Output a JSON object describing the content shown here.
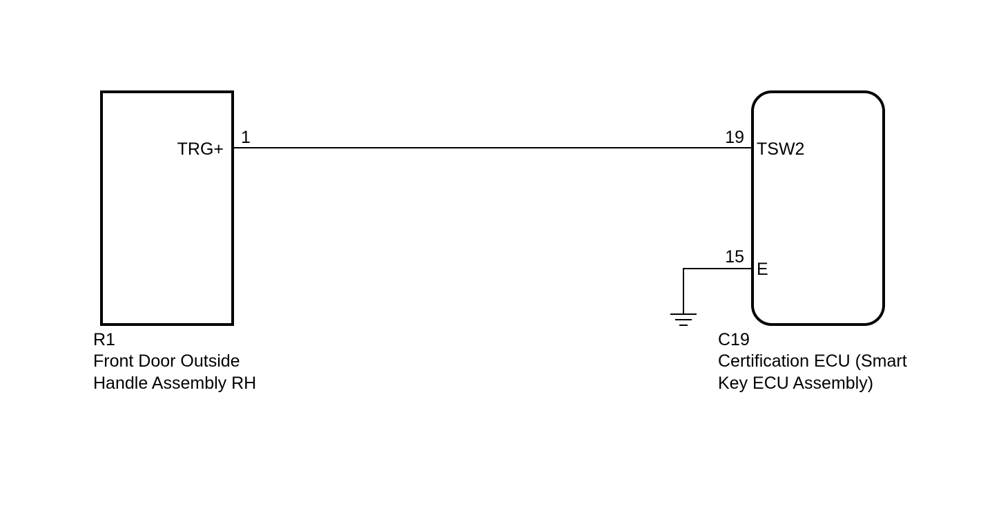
{
  "components": {
    "left": {
      "ref": "R1",
      "name_line1": "Front Door Outside",
      "name_line2": "Handle Assembly RH",
      "terminal_name": "TRG+",
      "terminal_pin": "1"
    },
    "right": {
      "ref": "C19",
      "name_line1": "Certification ECU (Smart",
      "name_line2": "Key ECU Assembly)",
      "terminals": [
        {
          "pin": "19",
          "name": "TSW2"
        },
        {
          "pin": "15",
          "name": "E"
        }
      ]
    }
  },
  "colors": {
    "stroke": "#000000",
    "background": "#ffffff"
  }
}
